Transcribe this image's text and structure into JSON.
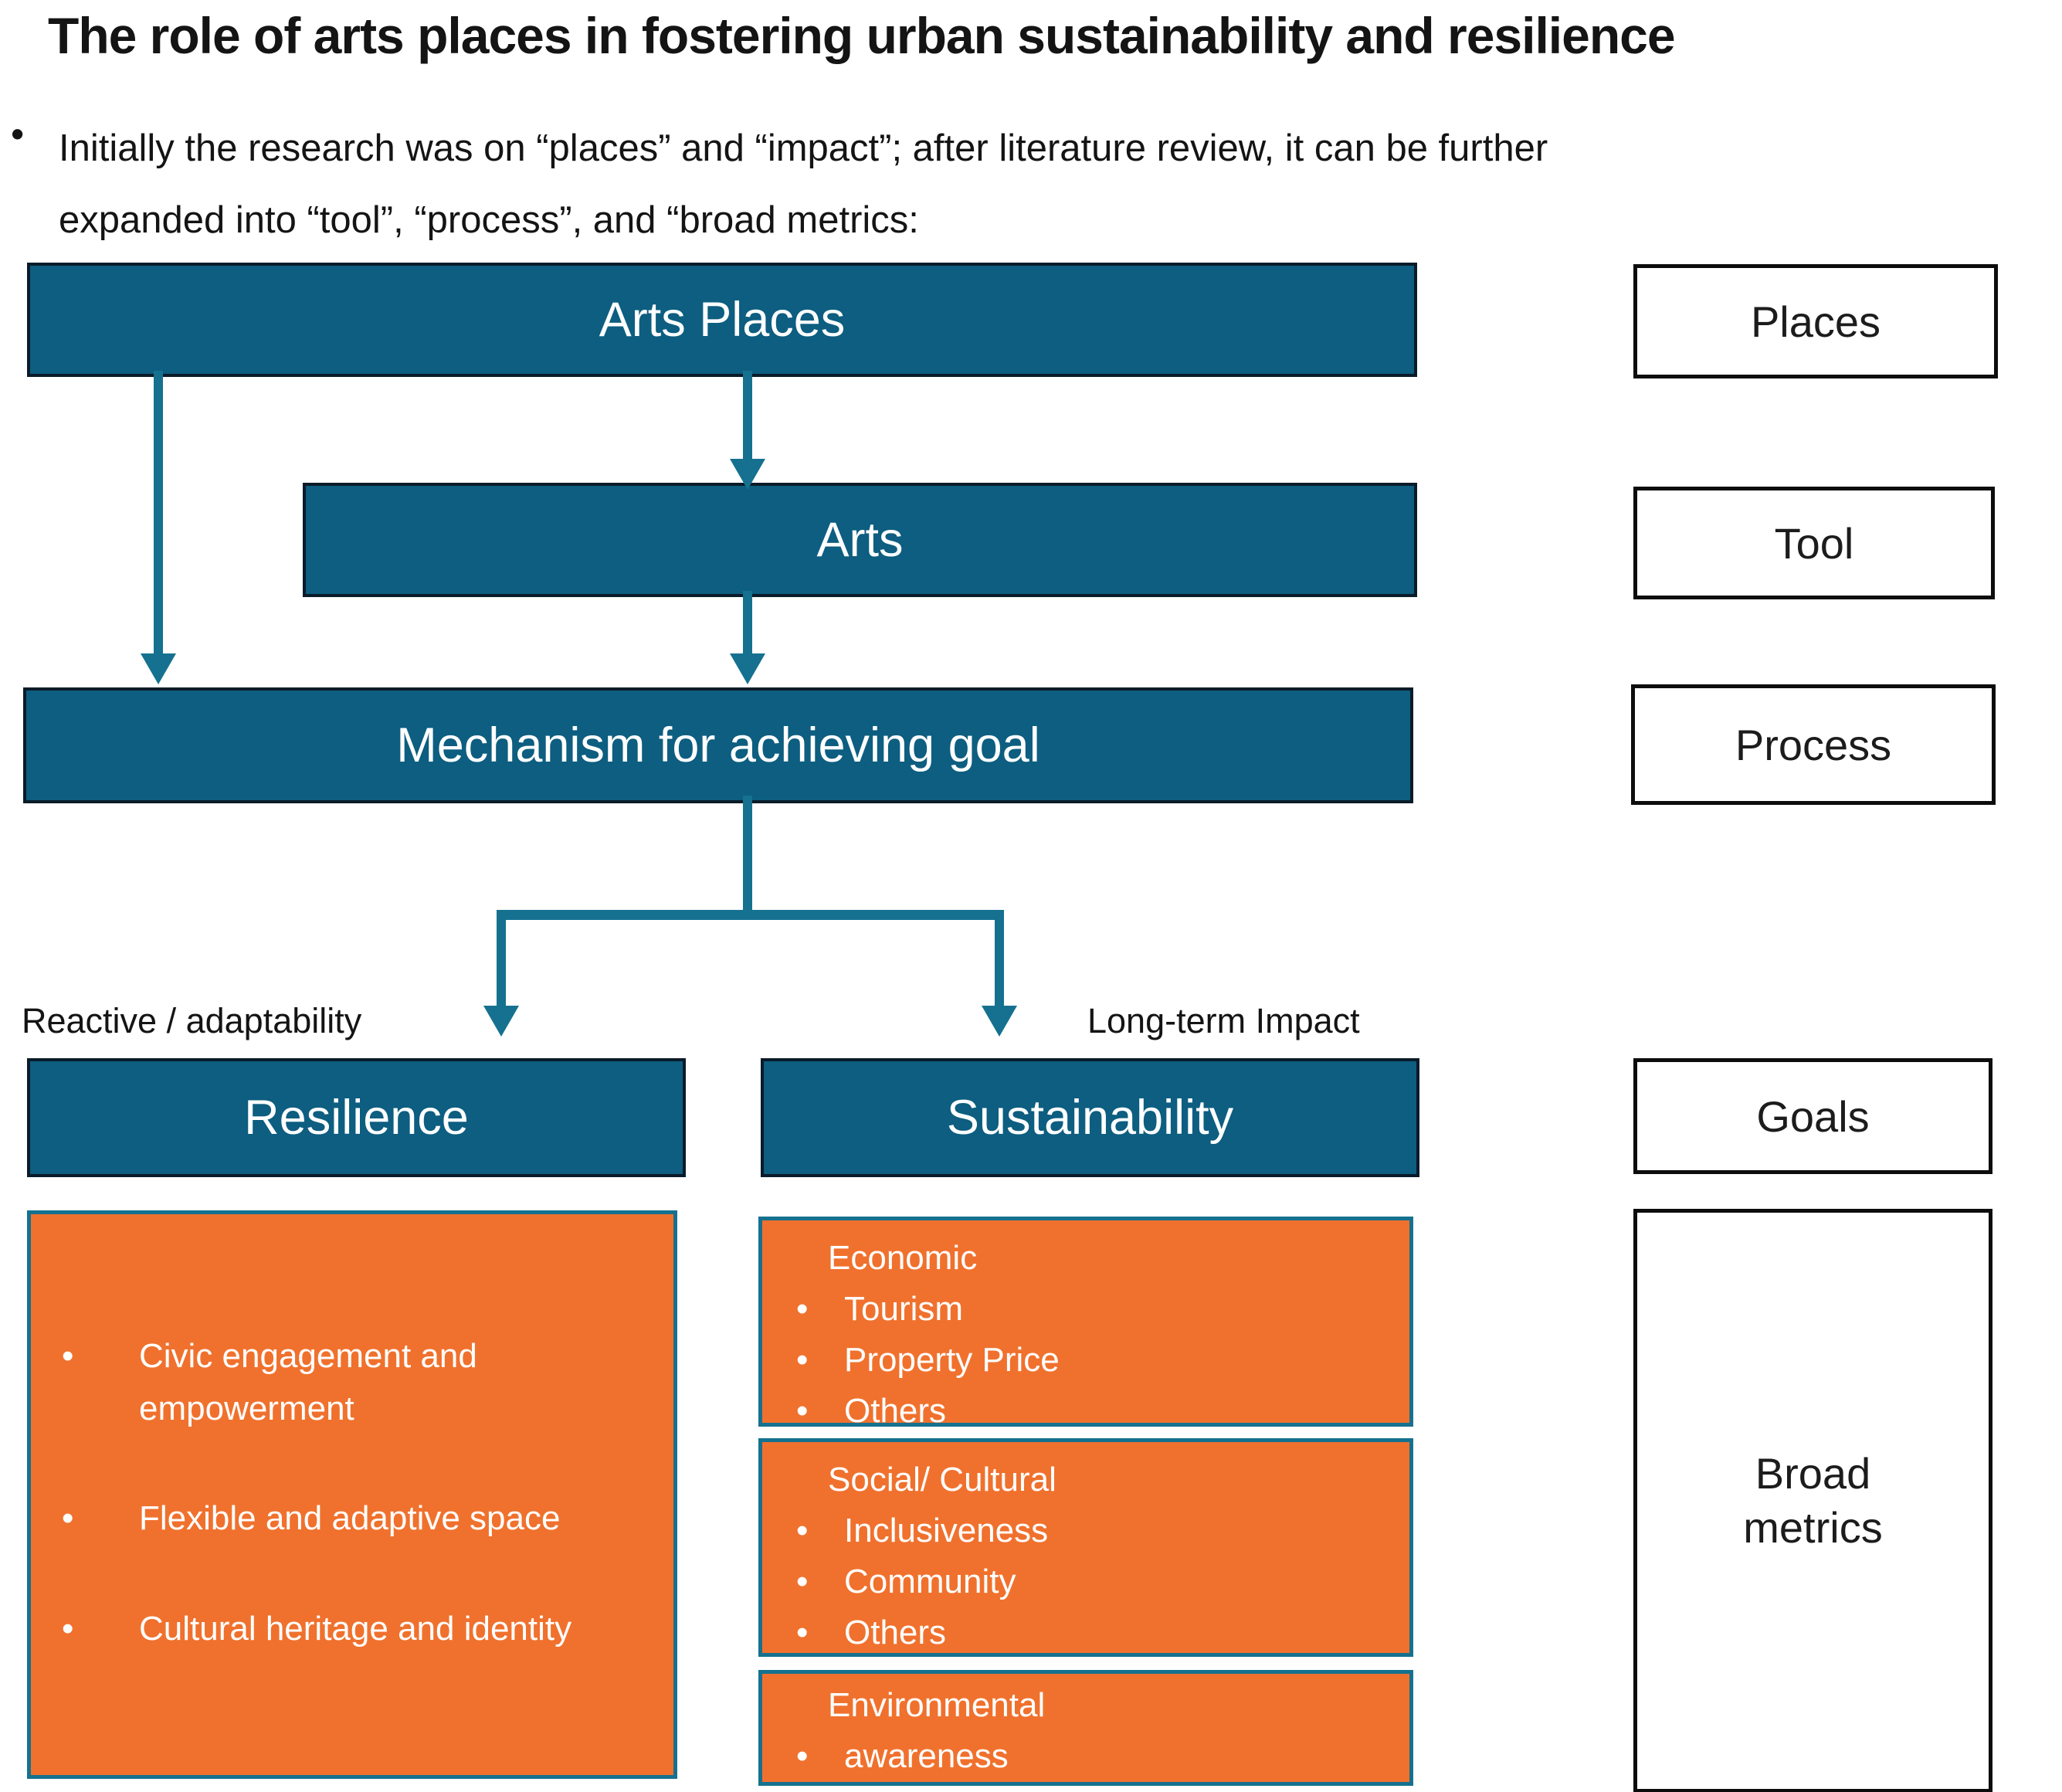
{
  "title": "The role of arts places in fostering urban sustainability and resilience",
  "intro": {
    "marker": "•",
    "line1": "Initially the research was on “places” and “impact”; after literature review, it can be further",
    "line2": "expanded into “tool”, “process”, and “broad metrics:"
  },
  "nodes": {
    "arts_places": "Arts Places",
    "arts": "Arts",
    "mechanism": "Mechanism for achieving goal",
    "resilience": "Resilience",
    "sustainability": "Sustainability"
  },
  "branch_labels": {
    "left": "Reactive / adaptability",
    "right": "Long-term Impact"
  },
  "side_labels": {
    "places": "Places",
    "tool": "Tool",
    "process": "Process",
    "goals": "Goals",
    "broad_metrics": "Broad metrics"
  },
  "glyphs": {
    "bullet": "•"
  },
  "resilience_panel": {
    "items": [
      "Civic engagement and empowerment",
      "Flexible and adaptive space",
      "Cultural heritage and identity"
    ]
  },
  "sustainability_panels": [
    {
      "header": "Economic",
      "items": [
        "Tourism",
        "Property Price",
        "Others"
      ]
    },
    {
      "header": "Social/ Cultural",
      "items": [
        "Inclusiveness",
        "Community",
        "Others"
      ]
    },
    {
      "header": "Environmental",
      "items": [
        "awareness"
      ]
    }
  ],
  "colors": {
    "teal_fill": "#0d5e80",
    "teal_border": "#0a1b29",
    "arrow_teal": "#15718f",
    "orange_fill": "#f0712d",
    "orange_border": "#15718f",
    "outline_black": "#0d0d0d"
  }
}
